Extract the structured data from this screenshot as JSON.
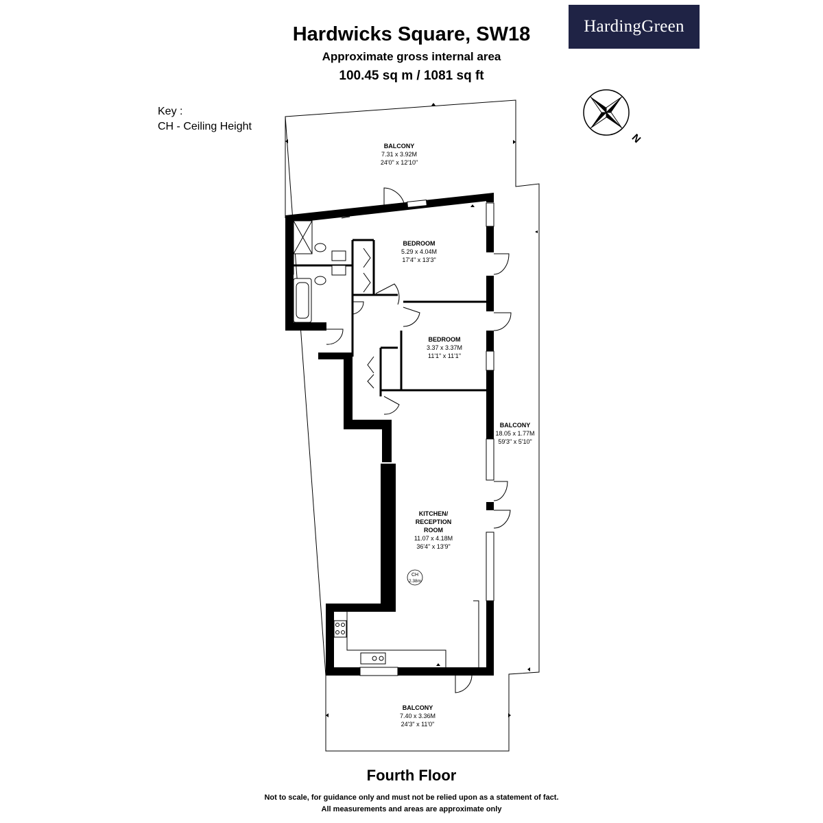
{
  "header": {
    "title": "Hardwicks Square, SW18",
    "subtitle": "Approximate gross internal area",
    "area": "100.45 sq m /  1081 sq ft"
  },
  "logo": {
    "text": "HardingGreen",
    "background": "#1f2345"
  },
  "key": {
    "heading": "Key :",
    "entry": "CH - Ceiling Height"
  },
  "compass": {
    "north_label": "N"
  },
  "rooms": {
    "balcony_top": {
      "name": "BALCONY",
      "metric": "7.31 x 3.92M",
      "imperial": "24'0\" x 12'10\""
    },
    "bedroom_1": {
      "name": "BEDROOM",
      "metric": "5.29 x 4.04M",
      "imperial": "17'4\" x 13'3\""
    },
    "bedroom_2": {
      "name": "BEDROOM",
      "metric": "3.37 x 3.37M",
      "imperial": "11'1\" x 11'1\""
    },
    "balcony_side": {
      "name": "BALCONY",
      "metric": "18.05 x 1.77M",
      "imperial": "59'3\" x 5'10\""
    },
    "kitchen": {
      "name_line1": "KITCHEN/",
      "name_line2": "RECEPTION",
      "name_line3": "ROOM",
      "metric": "11.07 x 4.18M",
      "imperial": "36'4\" x 13'9\""
    },
    "balcony_bottom": {
      "name": "BALCONY",
      "metric": "7.40 x 3.36M",
      "imperial": "24'3\" x 11'0\""
    }
  },
  "ceiling_marker": {
    "label": "CH",
    "value": "2.38m"
  },
  "footer": {
    "floor": "Fourth Floor",
    "disclaimer_1": "Not to scale, for guidance only and must not be relied upon as a statement of fact.",
    "disclaimer_2": "All measurements and areas are approximate only"
  }
}
